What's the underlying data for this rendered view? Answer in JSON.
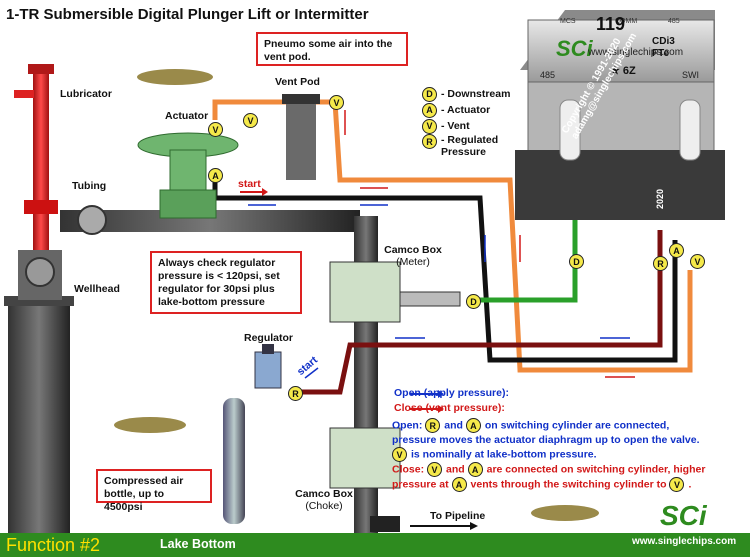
{
  "title": "1-TR Submersible Digital Plunger Lift or Intermitter",
  "labels": {
    "lubricator": "Lubricator",
    "tubing": "Tubing",
    "wellhead": "Wellhead",
    "actuator": "Actuator",
    "vent_pod": "Vent Pod",
    "camco_meter_1": "Camco Box",
    "camco_meter_2": "(Meter)",
    "camco_choke_1": "Camco Box",
    "camco_choke_2": "(Choke)",
    "regulator": "Regulator",
    "to_pipeline": "To Pipeline",
    "start_top": "start",
    "start_reg": "start"
  },
  "notes": {
    "pneumo": "Pneumo some air into the vent pod.",
    "regulator_check": "Always check regulator pressure is < 120psi, set regulator for 30psi plus lake-bottom pressure",
    "bottle": "Compressed air bottle, up to 4500psi"
  },
  "legend": [
    {
      "code": "D",
      "text": "- Downstream"
    },
    {
      "code": "A",
      "text": "- Actuator"
    },
    {
      "code": "V",
      "text": "- Vent"
    },
    {
      "code": "R",
      "text": "- Regulated Pressure"
    }
  ],
  "controller": {
    "number": "119",
    "brand": "SCi",
    "model_1": "CDi3",
    "model_2": "FTe",
    "url": "www.singlechips.com",
    "left_code": "485",
    "right_code": "SWI",
    "center_code": "★ 6Z",
    "top_left": "MCS",
    "top_mid": "COMM",
    "top_right": "485",
    "copyright": "Copyright © 1991-2020",
    "email": "adamg@singlechips.com",
    "year": "2020"
  },
  "open_close": {
    "open_legend": "Open (apply pressure):",
    "close_legend": "Close  (vent pressure):",
    "open_label": "Open:",
    "open_and": "and",
    "open_line1_end": "on switching cylinder are connected,",
    "open_line2": "pressure moves the actuator diaphragm up to open the valve.",
    "open_line3_end": "is nominally at lake-bottom pressure.",
    "close_label": "Close:",
    "close_and": "and",
    "close_line1_end": "are connected on switching cylinder, higher",
    "close_line2_start": "pressure at",
    "close_line2_end": "vents through the switching cylinder to",
    "close_line2_tail": "."
  },
  "footer": {
    "function": "Function #2",
    "lake": "Lake Bottom",
    "brand": "SCi",
    "url": "www.singlechips.com"
  },
  "colors": {
    "orange": "#f08a3c",
    "dark_red": "#7a1010",
    "green_line": "#2aa02a",
    "black": "#111111",
    "badge": "#f5e94a",
    "valve_green": "#6fb56f",
    "footer_green": "#2e8b1f"
  }
}
